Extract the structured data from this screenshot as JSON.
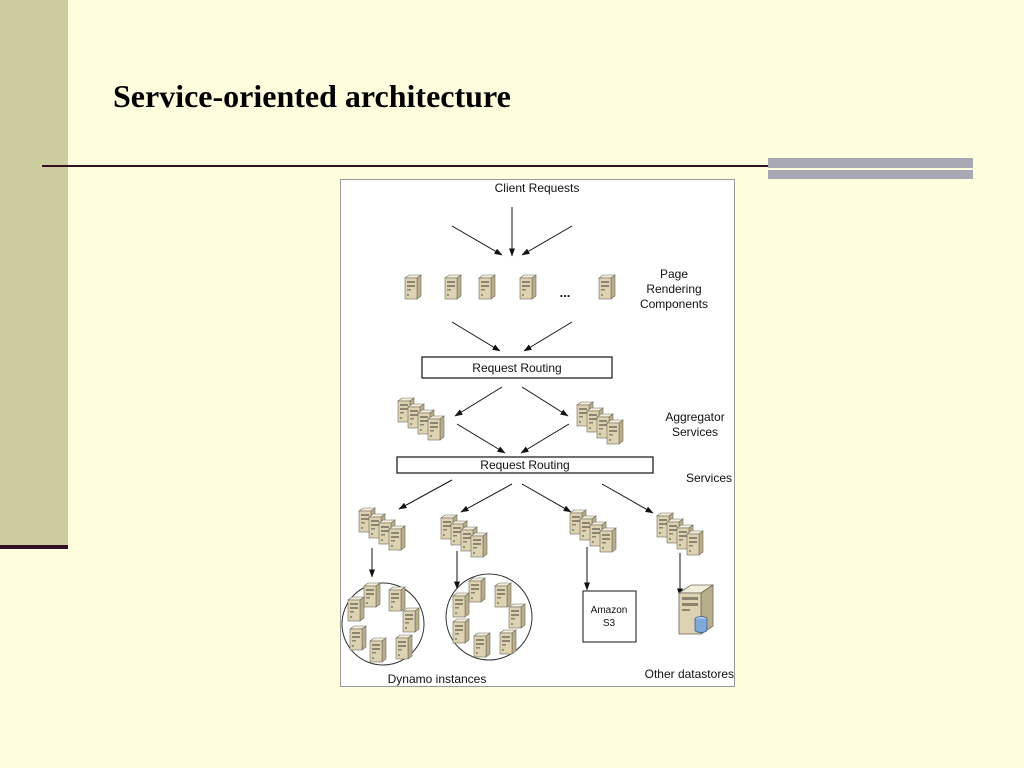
{
  "slide": {
    "title": "Service-oriented architecture"
  },
  "diagram": {
    "client_requests": "Client Requests",
    "ellipsis": "...",
    "page_rendering": [
      "Page",
      "Rendering",
      "Components"
    ],
    "request_routing_1": "Request Routing",
    "aggregator_services": [
      "Aggregator",
      "Services"
    ],
    "request_routing_2": "Request Routing",
    "services": "Services",
    "amazon_s3": [
      "Amazon",
      "S3"
    ],
    "dynamo_instances": "Dynamo instances",
    "other_datastores": "Other datastores"
  },
  "colors": {
    "background": "#fefedf",
    "left_bar": "#cccc9e",
    "rule": "#330f26",
    "accent": "#a9a9b6",
    "server_body": "#ddd3b3",
    "server_light": "#f3eedc"
  },
  "icons": {
    "server": "server-icon",
    "database_server": "database-server-icon"
  }
}
